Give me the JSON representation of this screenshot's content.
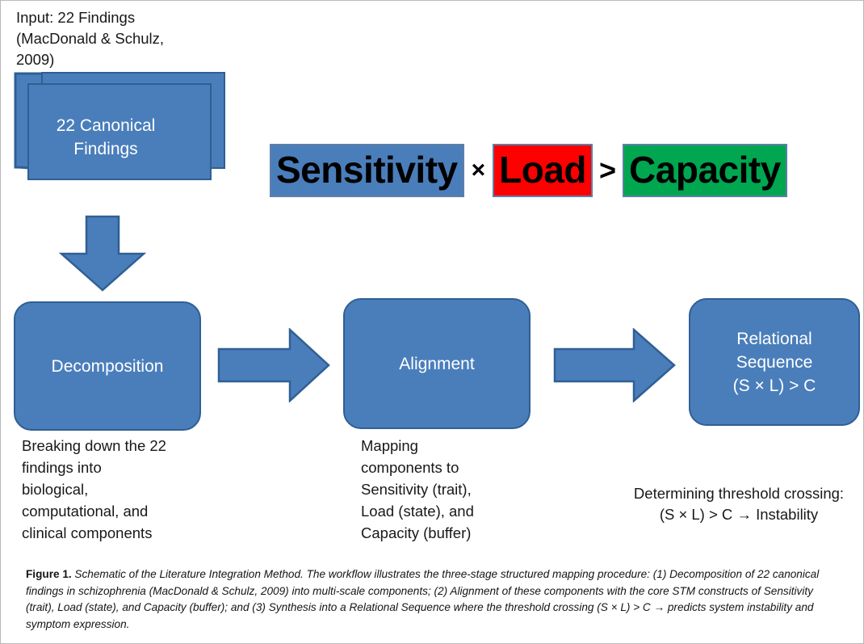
{
  "input": {
    "label": "Input: 22 Findings\n(MacDonald & Schulz,\n2009)"
  },
  "documents": {
    "label": "22 Canonical\nFindings",
    "icon": "stacked-documents-icon"
  },
  "arrows": {
    "down": "down-arrow-icon",
    "right_1": "right-arrow-icon",
    "right_2": "right-arrow-icon"
  },
  "formula": {
    "sensitivity": "Sensitivity",
    "times": "×",
    "load": "Load",
    "greater_than": ">",
    "capacity": "Capacity"
  },
  "stages": [
    {
      "title": "Decomposition",
      "caption": "Breaking down the 22\nfindings into\nbiological,\ncomputational, and\nclinical components"
    },
    {
      "title": "Alignment",
      "caption": "Mapping\ncomponents to\nSensitivity (trait),\nLoad (state), and\nCapacity (buffer)"
    },
    {
      "title": "Relational\nSequence\n(S × L) > C",
      "caption": "Determining threshold crossing:\n(S × L) > C → Instability"
    }
  ],
  "figure_caption": {
    "number": "Figure 1.",
    "text": " Schematic of the Literature Integration Method. The workflow illustrates the three-stage structured mapping procedure: (1) Decomposition of 22 canonical findings in schizophrenia (MacDonald & Schulz, 2009) into multi-scale components; (2) Alignment of these components with the core STM constructs of Sensitivity (trait), Load (state), and Capacity (buffer); and (3) Synthesis into a Relational Sequence where the threshold crossing (S × L) > C → predicts system instability and symptom expression."
  },
  "colors": {
    "blue_fill": "#4a7ebb",
    "blue_border": "#2f5f94",
    "red_fill": "#ff0000",
    "green_fill": "#00a650",
    "formula_border": "#5d7fa8",
    "text_dark": "#181818",
    "text_light": "#ffffff"
  }
}
